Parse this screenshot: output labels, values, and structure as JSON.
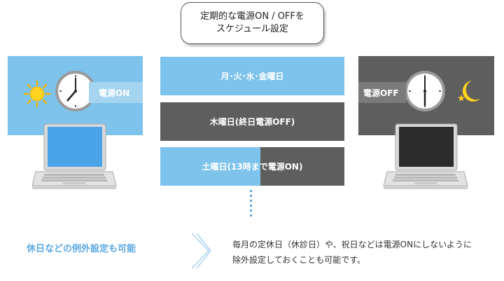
{
  "title": {
    "line1": "定期的な電源ON / OFFを",
    "line2": "スケジュール設定"
  },
  "left_scene": {
    "state": "電源ON",
    "color": "#7dc3ec"
  },
  "right_scene": {
    "state": "電源OFF",
    "color": "#5e5e5e"
  },
  "schedule": {
    "weekday": "月･火･水･金曜日",
    "thursday": "木曜日(終日電源OFF)",
    "saturday": "土曜日(13時まで電源ON)"
  },
  "exception": {
    "label": "休日などの例外設定も可能",
    "desc_line1": "毎月の定休日（休診日）や、祝日などは電源ONにしないように",
    "desc_line2": "除外設定しておくことも可能です。"
  },
  "colors": {
    "on": "#7dc3ec",
    "off": "#5e5e5e",
    "accent": "#5aa8e2"
  },
  "icons": [
    "sun-icon",
    "clock-icon",
    "moon-icon",
    "star-icon",
    "laptop-icon",
    "chevron-right-icon",
    "dots-icon"
  ]
}
